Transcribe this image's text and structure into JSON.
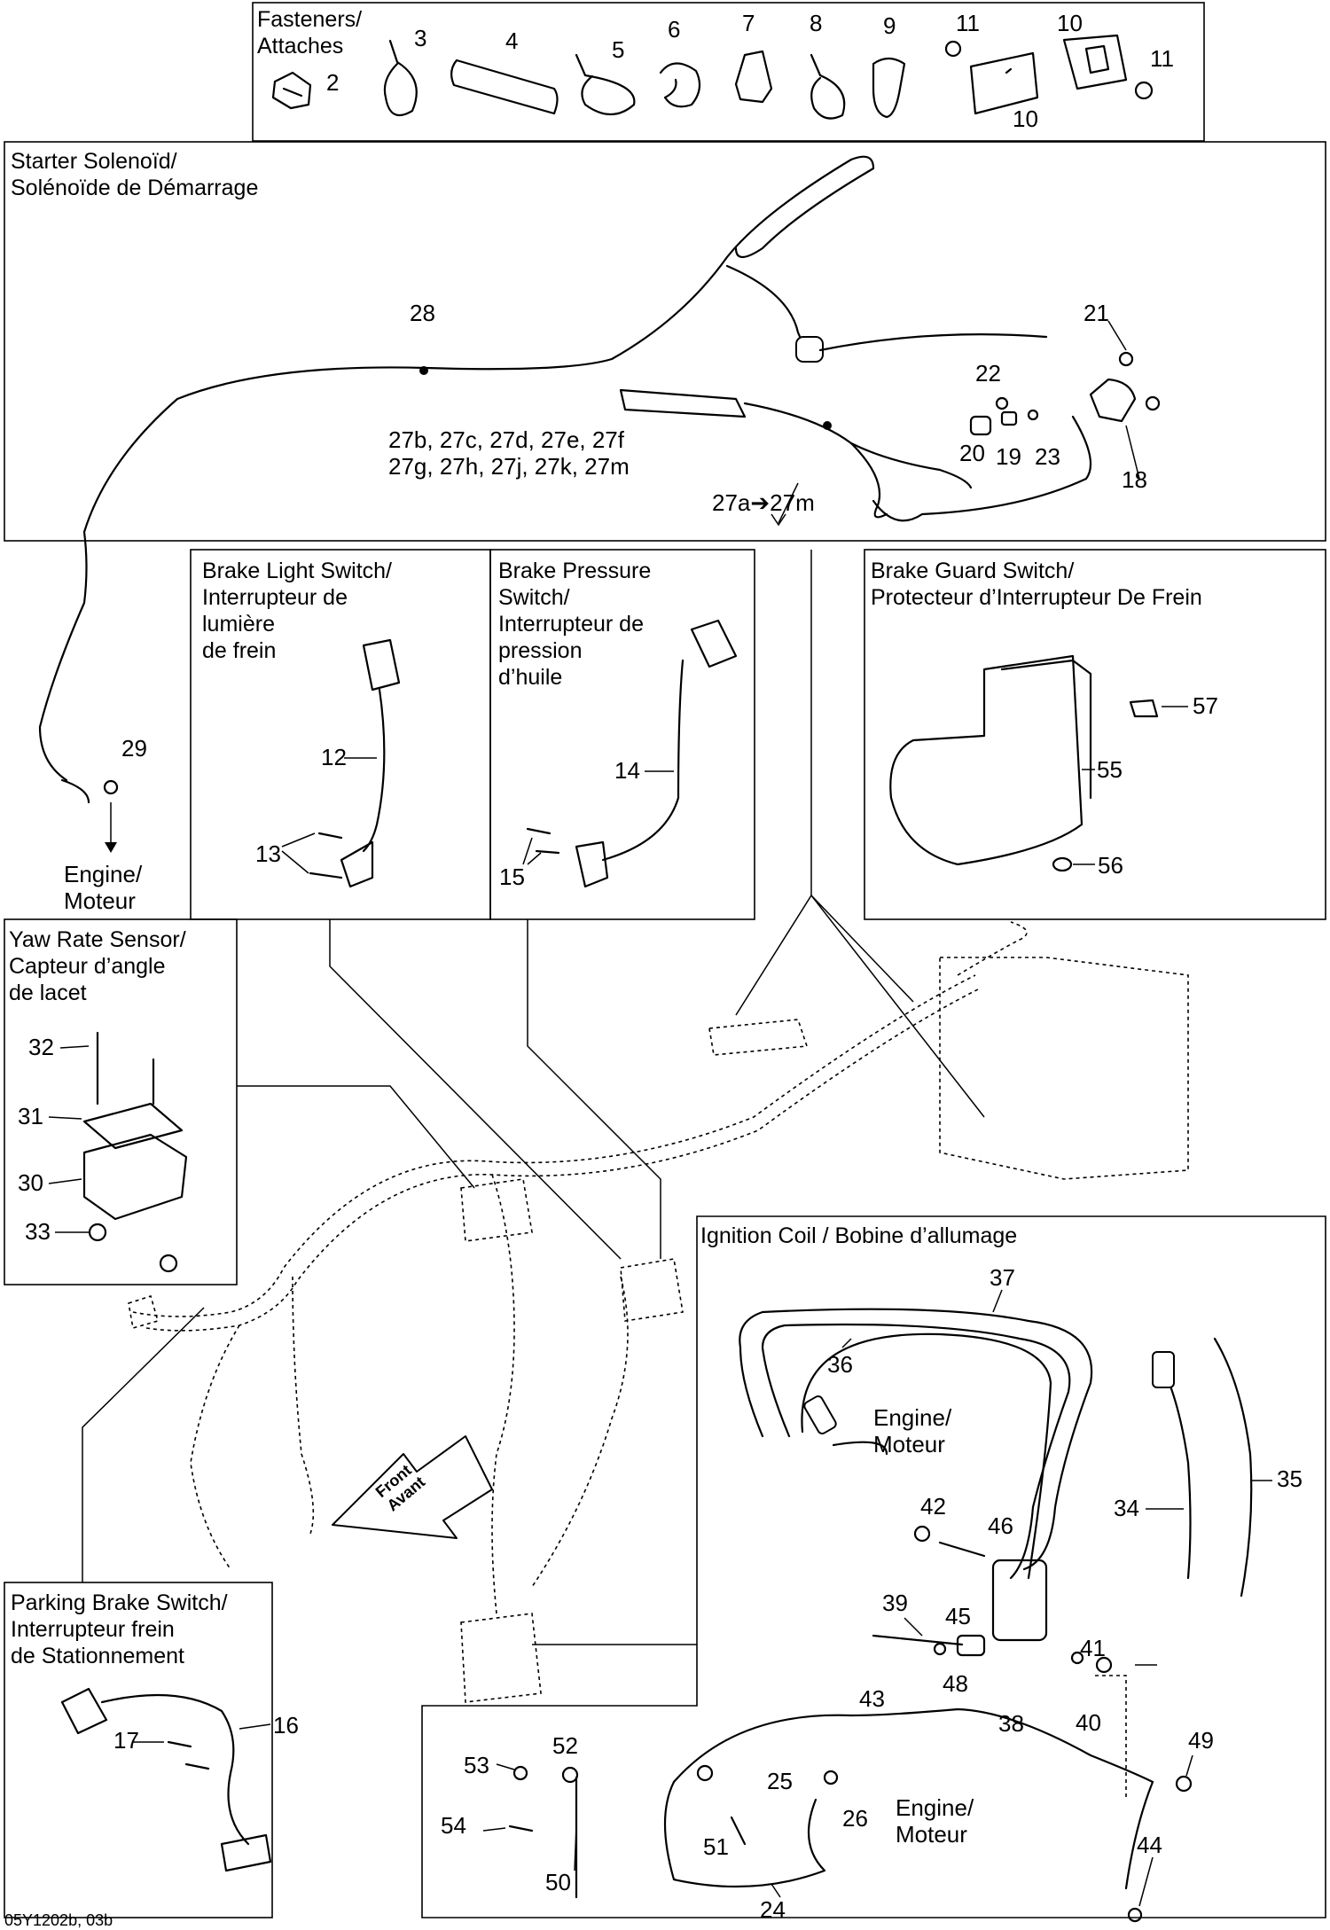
{
  "panels": {
    "fasteners": [
      "Fasteners/",
      "Attaches"
    ],
    "starter": [
      "Starter Solenoïd/",
      "Solénoïde de Démarrage"
    ],
    "brake_light": [
      "Brake Light Switch/",
      "Interrupteur de",
      "lumière",
      "de frein"
    ],
    "brake_pressure": [
      "Brake Pressure",
      "Switch/",
      "Interrupteur de",
      "pression",
      "d’huile"
    ],
    "brake_guard": [
      "Brake Guard Switch/",
      "Protecteur d’Interrupteur De Frein"
    ],
    "yaw": [
      "Yaw Rate Sensor/",
      "Capteur d’angle",
      "de lacet"
    ],
    "ignition": [
      "Ignition Coil / Bobine d’allumage"
    ],
    "parking": [
      "Parking Brake Switch/",
      "Interrupteur frein",
      "de Stationnement"
    ]
  },
  "engine_label": [
    "Engine/",
    "Moteur"
  ],
  "front_label": [
    "Front",
    "Avant"
  ],
  "refs": {
    "r27_group": [
      "27b, 27c, 27d, 27e, 27f",
      "27g, 27h, 27j, 27k, 27m"
    ],
    "r27_range": "27a➔27m"
  },
  "callouts": [
    "2",
    "3",
    "4",
    "5",
    "6",
    "7",
    "8",
    "9",
    "11",
    "10",
    "10",
    "11",
    "28",
    "21",
    "22",
    "20",
    "19",
    "23",
    "18",
    "29",
    "12",
    "13",
    "14",
    "15",
    "57",
    "55",
    "56",
    "32",
    "31",
    "30",
    "33",
    "37",
    "36",
    "42",
    "46",
    "34",
    "35",
    "39",
    "45",
    "41",
    "48",
    "38",
    "40",
    "43",
    "49",
    "53",
    "52",
    "25",
    "26",
    "54",
    "51",
    "50",
    "24",
    "44",
    "16",
    "17"
  ],
  "footer_code": "05Y1202b, 03b"
}
